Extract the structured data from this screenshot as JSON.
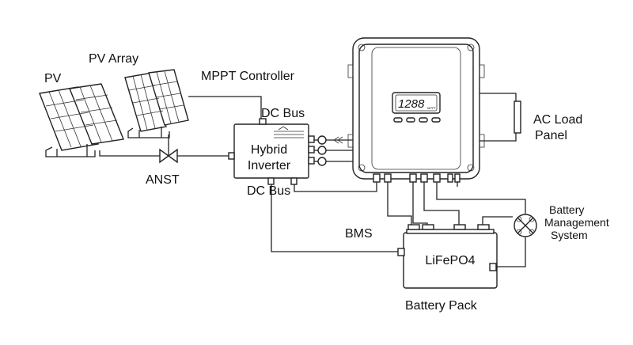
{
  "labels": {
    "pv": "PV",
    "pv_array": "PV Array",
    "mppt_controller": "MPPT Controller",
    "dc_bus_top": "DC Bus",
    "hybrid": "Hybrid",
    "inverter": "Inverter",
    "dc_bus_bottom": "DC Bus",
    "anst": "ANST",
    "bms": "BMS",
    "lifepo4": "LiFePO4",
    "battery_pack": "Battery Pack",
    "ac_load": "AC Load",
    "panel": "Panel",
    "bms_line1": "Battery",
    "bms_line2": "Management",
    "bms_line3": "System"
  },
  "display": {
    "reading": "1288",
    "brand": "MPPT"
  }
}
